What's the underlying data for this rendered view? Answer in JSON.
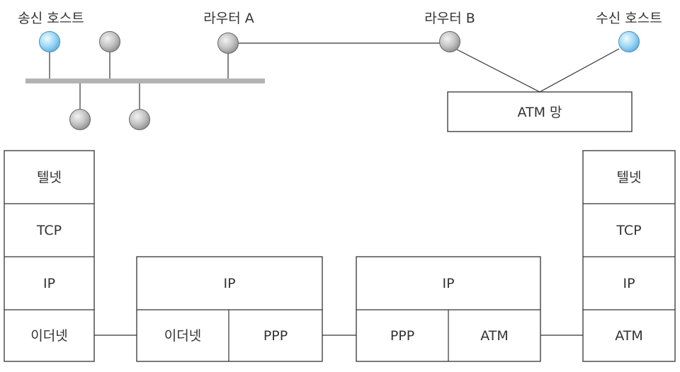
{
  "network": {
    "sender_label": "송신 호스트",
    "receiver_label": "수신 호스트",
    "router_a_label": "라우터 A",
    "router_b_label": "라우터 B",
    "atm_network_label": "ATM 망"
  },
  "stacks": {
    "sender": [
      "텔넷",
      "TCP",
      "IP",
      "이더넷"
    ],
    "router_a": {
      "top": "IP",
      "left": "이더넷",
      "right": "PPP"
    },
    "router_b": {
      "top": "IP",
      "left": "PPP",
      "right": "ATM"
    },
    "receiver": [
      "텔넷",
      "TCP",
      "IP",
      "ATM"
    ]
  },
  "colors": {
    "host_node": "#8fd0f2",
    "router_node": "#b5b5b5",
    "bus": "#b3b3b3",
    "line": "#333333"
  }
}
